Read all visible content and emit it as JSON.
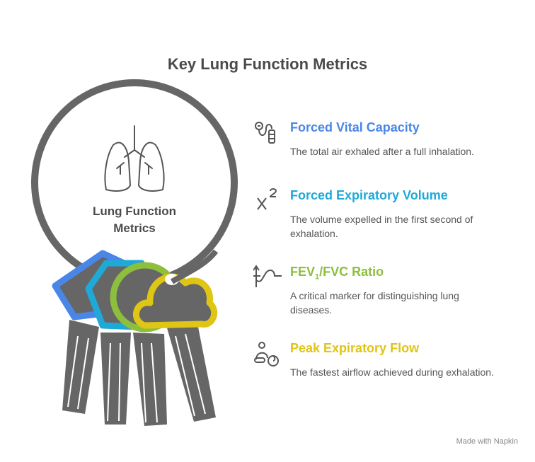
{
  "title": "Key Lung Function Metrics",
  "center": {
    "line1": "Lung Function",
    "line2": "Metrics"
  },
  "items": [
    {
      "title": "Forced Vital Capacity",
      "desc": "The total air exhaled after a full inhalation.",
      "color": "#4a86e8",
      "icon": "spirometer-icon"
    },
    {
      "title": "Forced Expiratory Volume",
      "desc": "The volume expelled in the first second of exhalation.",
      "color": "#1fa9d9",
      "icon": "x-squared-icon"
    },
    {
      "title_pre": "FEV",
      "title_sub": "1",
      "title_post": "/FVC Ratio",
      "desc": "A critical marker for distinguishing lung diseases.",
      "color": "#8dbf3c",
      "icon": "ratio-curve-icon"
    },
    {
      "title": "Peak Expiratory Flow",
      "desc": "The fastest airflow achieved during exhalation.",
      "color": "#dfc514",
      "icon": "person-breath-icon"
    }
  ],
  "footer": "Made with Napkin"
}
